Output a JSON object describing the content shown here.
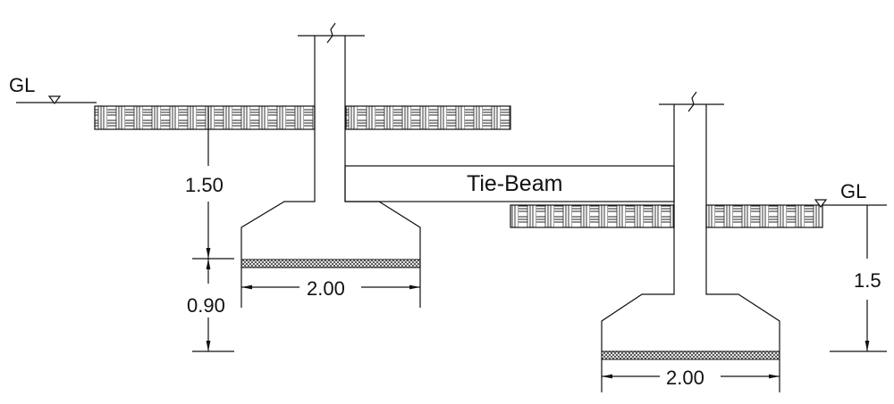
{
  "labels": {
    "gl_left": "GL",
    "gl_right": "GL",
    "tie_beam": "Tie-Beam",
    "depth_left": "1.50",
    "footing_thickness_left": "0.90",
    "width_left": "2.00",
    "depth_right": "1.5",
    "width_right": "2.00"
  }
}
